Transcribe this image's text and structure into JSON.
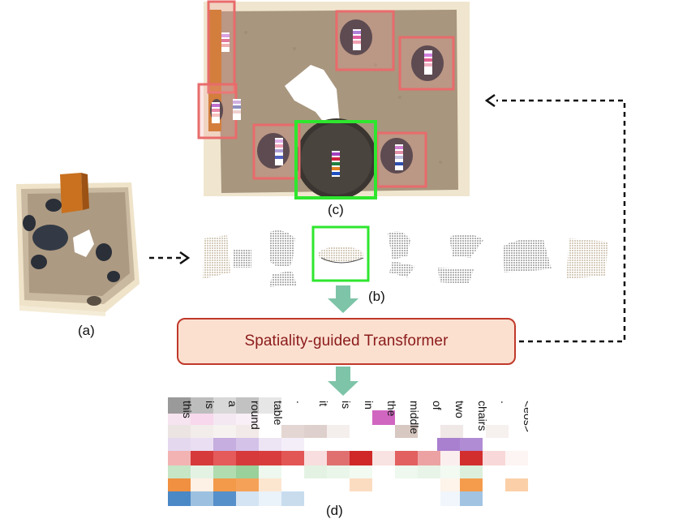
{
  "captions": {
    "a": "(a)",
    "b": "(b)",
    "c": "(c)",
    "d": "(d)"
  },
  "transformer": {
    "label": "Spatiality-guided Transformer"
  },
  "tokens": [
    "this",
    "is",
    "a",
    "round",
    "table",
    ".",
    "it",
    "is",
    "in",
    "the",
    "middle",
    "of",
    "two",
    "chairs",
    ".",
    "<eos>"
  ],
  "colors": {
    "arrow_green": "#7ec4a8",
    "highlight_green": "#2ee62e",
    "box_red": "#e86b6b",
    "transformer_fill": "#fbe0d0",
    "transformer_border": "#c0392b",
    "transformer_text": "#8b1a1a"
  }
}
